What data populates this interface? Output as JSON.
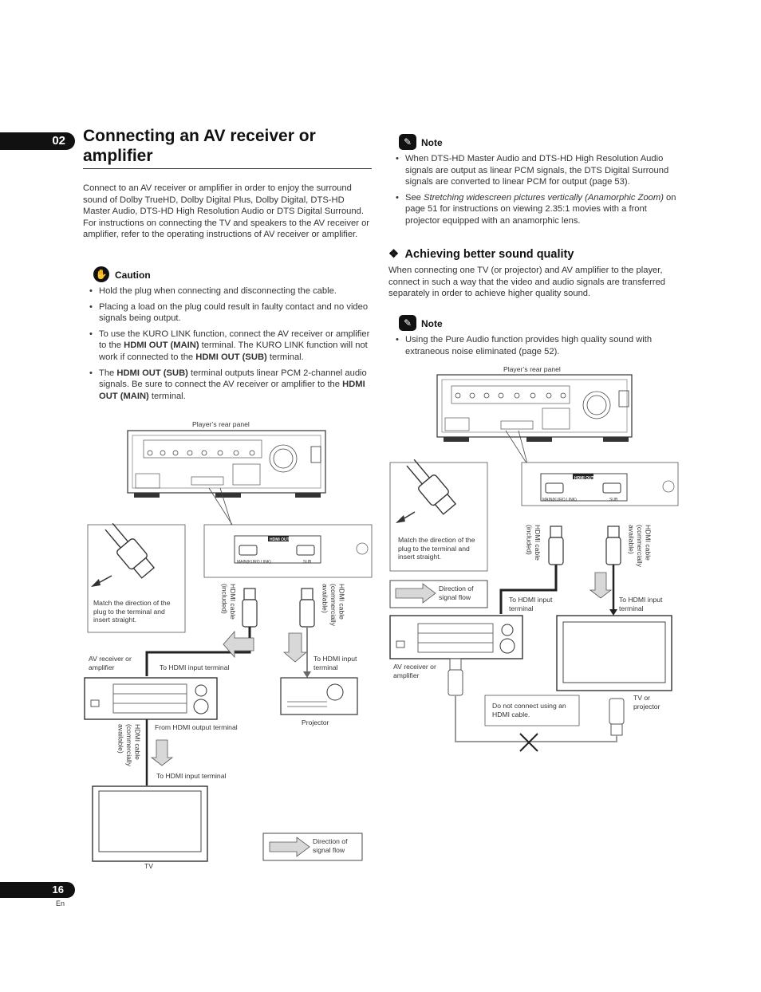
{
  "chapter_number": "02",
  "page_number": "16",
  "language": "En",
  "title": "Connecting an AV receiver or amplifier",
  "intro": "Connect to an AV receiver or amplifier in order to enjoy the surround sound of Dolby TrueHD, Dolby Digital Plus, Dolby Digital, DTS-HD Master Audio, DTS-HD High Resolution Audio or DTS Digital Surround. For instructions on connecting the TV and speakers to the AV receiver or amplifier, refer to the operating instructions of AV receiver or amplifier.",
  "caution": {
    "heading": "Caution",
    "items": [
      {
        "parts": [
          "Hold the plug when connecting and disconnecting the cable."
        ]
      },
      {
        "parts": [
          "Placing a load on the plug could result in faulty contact and no video signals being output."
        ]
      },
      {
        "parts": [
          "To use the KURO LINK function, connect the AV receiver or amplifier to the ",
          "HDMI OUT (MAIN)",
          " terminal. The KURO LINK function will not work if connected to the ",
          "HDMI OUT (SUB)",
          " terminal."
        ]
      },
      {
        "parts": [
          "The ",
          "HDMI OUT (SUB)",
          " terminal outputs linear PCM 2-channel audio signals. Be sure to connect the AV receiver or amplifier to the ",
          "HDMI OUT (MAIN)",
          " terminal."
        ]
      }
    ]
  },
  "note1": {
    "heading": "Note",
    "item1": "When DTS-HD Master Audio and DTS-HD High Resolution Audio signals are output as linear PCM signals, the DTS Digital Surround signals are converted to linear PCM for output (page 53).",
    "item2_prefix": "See ",
    "item2_italic": "Stretching widescreen pictures vertically (Anamorphic Zoom)",
    "item2_suffix": " on page 51 for instructions on viewing 2.35:1 movies with a front projector equipped with an anamorphic lens."
  },
  "section2": {
    "bullet": "❖",
    "heading": "Achieving better sound quality",
    "text": "When connecting one TV (or projector) and AV amplifier to the player, connect in such a way that the video and audio signals are transferred separately in order to achieve higher quality sound."
  },
  "note2": {
    "heading": "Note",
    "item1": "Using the Pure Audio function provides high quality sound with extraneous noise eliminated (page 52)."
  },
  "diagram_left": {
    "rear_panel": "Player’s rear panel",
    "hdmi_out": "HDMI OUT",
    "main_label": "MAIN(KURO LINK)",
    "sub_label": "SUB",
    "match_direction": "Match the direction of the plug to the terminal and insert straight.",
    "cable_included": "HDMI cable (included)",
    "cable_commercial": "HDMI cable (commercially available)",
    "cable_commercial_2": "HDMI cable (commercially available)",
    "av_receiver": "AV receiver or amplifier",
    "to_hdmi_input_1": "To HDMI input terminal",
    "to_hdmi_input_2": "To HDMI input terminal",
    "to_hdmi_input_3": "To HDMI input terminal",
    "from_hdmi_output": "From HDMI output terminal",
    "projector": "Projector",
    "tv": "TV",
    "direction": "Direction of signal flow"
  },
  "diagram_right": {
    "rear_panel": "Player’s rear panel",
    "hdmi_out": "HDMI OUT",
    "main_label": "MAIN(KURO LINK)",
    "sub_label": "SUB",
    "match_direction": "Match the direction of the plug to the terminal and insert straight.",
    "cable_included": "HDMI cable (included)",
    "cable_commercial": "HDMI cable (commercially available)",
    "direction": "Direction of signal flow",
    "to_hdmi_input_1": "To HDMI input terminal",
    "to_hdmi_input_2": "To HDMI input terminal",
    "av_receiver": "AV receiver or amplifier",
    "tv_projector": "TV or projector",
    "do_not_connect": "Do not connect using an HDMI cable."
  }
}
